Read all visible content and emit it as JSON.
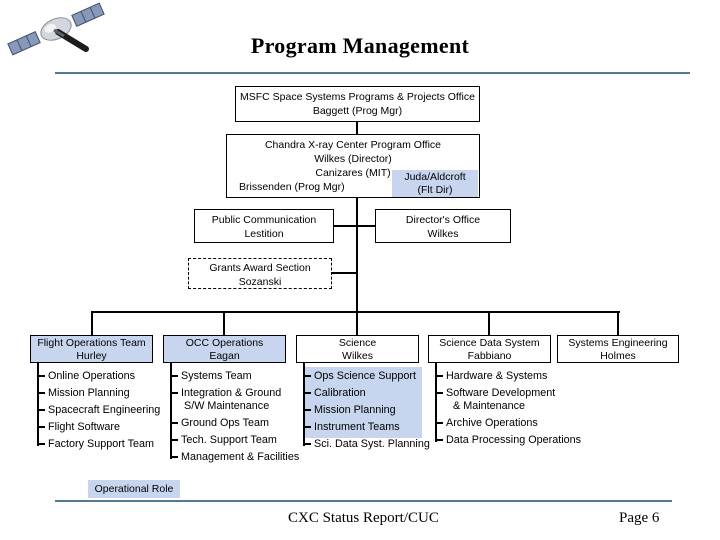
{
  "page": {
    "title": "Program Management",
    "footer_left": "CXC Status Report/CUC",
    "footer_right": "Page 6"
  },
  "colors": {
    "highlight_blue": "#c7d6ee",
    "rule_blue": "#547a93",
    "line_black": "#000000"
  },
  "org": {
    "top_box": {
      "line1": "MSFC Space Systems Programs & Projects Office",
      "line2": "Baggett (Prog Mgr)"
    },
    "program_office": {
      "line1": "Chandra X-ray Center Program Office",
      "line2": "Wilkes (Director)",
      "line3": "Canizares (MIT)",
      "line4": "Brissenden (Prog Mgr)",
      "flt_dir": {
        "line1": "Juda/Aldcroft",
        "line2": "(Flt Dir)"
      }
    },
    "public_communication": {
      "line1": "Public Communication",
      "line2": "Lestition"
    },
    "directors_office": {
      "line1": "Director's Office",
      "line2": "Wilkes"
    },
    "grants": {
      "line1": "Grants Award Section",
      "line2": "Sozanski"
    },
    "departments": [
      {
        "title": "Flight Operations Team",
        "lead": "Hurley",
        "highlighted": true,
        "items": [
          [
            "Online Operations"
          ],
          [
            "Mission Planning"
          ],
          [
            "Spacecraft Engineering"
          ],
          [
            "Flight Software"
          ],
          [
            "Factory Support Team"
          ]
        ]
      },
      {
        "title": "OCC Operations",
        "lead": "Eagan",
        "highlighted": true,
        "items": [
          [
            "Systems Team"
          ],
          [
            "Integration & Ground",
            "S/W Maintenance"
          ],
          [
            "Ground Ops Team"
          ],
          [
            "Tech. Support Team"
          ],
          [
            "Management & Facilities"
          ]
        ]
      },
      {
        "title": "Science",
        "lead": "Wilkes",
        "highlighted": false,
        "highlighted_item_count": 4,
        "items": [
          [
            "Ops Science Support"
          ],
          [
            "Calibration"
          ],
          [
            "Mission Planning"
          ],
          [
            "Instrument Teams"
          ],
          [
            "Sci. Data Syst. Planning"
          ]
        ]
      },
      {
        "title": "Science Data System",
        "lead": "Fabbiano",
        "highlighted": false,
        "items": [
          [
            "Hardware & Systems"
          ],
          [
            "Software Development",
            "& Maintenance"
          ],
          [
            "Archive Operations"
          ],
          [
            "Data Processing Operations"
          ]
        ]
      },
      {
        "title": "Systems Engineering",
        "lead": "Holmes",
        "highlighted": false,
        "items": []
      }
    ],
    "legend": {
      "label": "Operational Role"
    }
  }
}
